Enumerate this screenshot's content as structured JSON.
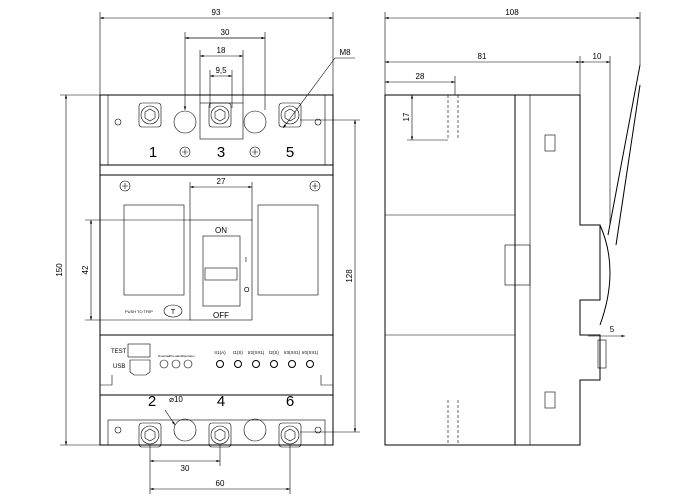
{
  "dimensions": {
    "front_width": "93",
    "pole_pitch_double": "30",
    "terminal_width": "18",
    "terminal_inner": "9,5",
    "bolt": "M8",
    "total_height": "150",
    "window_height": "42",
    "mounting_height": "128",
    "handle_width": "27",
    "bottom_pitch": "30",
    "bottom_span": "60",
    "hole_diameter": "⌀10",
    "side_depth": "108",
    "side_body_depth": "81",
    "handle_offset": "10",
    "terminal_depth": "28",
    "terminal_height": "17",
    "handle_gap": "5"
  },
  "terminals": {
    "top": [
      "1",
      "3",
      "5"
    ],
    "bottom": [
      "2",
      "4",
      "6"
    ]
  },
  "handle": {
    "on": "ON",
    "off": "OFF",
    "on_symbol": "I",
    "off_symbol": "O"
  },
  "trip": {
    "label": "PUSH  TO TRIP",
    "button": "T"
  },
  "controls": {
    "test": "TEST",
    "usb": "USB",
    "indicators": [
      "Overload",
      "Pre-alarm",
      "Operation"
    ],
    "settings": [
      "Ir1(A)",
      "t1(S)",
      "Ir2(XIr1)",
      "t2(S)",
      "Ir3(XIr1)",
      "Ir0(XIr1)"
    ]
  }
}
